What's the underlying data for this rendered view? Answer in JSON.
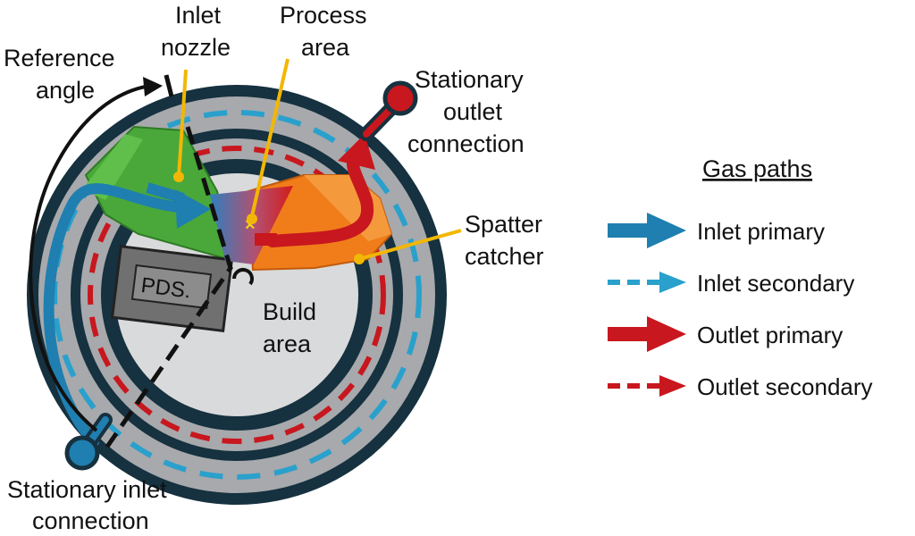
{
  "labels": {
    "reference_angle": [
      "Reference",
      "angle"
    ],
    "inlet_nozzle": [
      "Inlet",
      "nozzle"
    ],
    "process_area": [
      "Process",
      "area"
    ],
    "stationary_outlet": [
      "Stationary",
      "outlet",
      "connection"
    ],
    "spatter_catcher": [
      "Spatter",
      "catcher"
    ],
    "build_area": [
      "Build",
      "area"
    ],
    "pds": "PDS.",
    "stationary_inlet": [
      "Stationary inlet",
      "connection"
    ]
  },
  "legend": {
    "title": "Gas paths",
    "items": [
      {
        "label": "Inlet primary",
        "style": "solid",
        "color": "#1f7fb0"
      },
      {
        "label": "Inlet secondary",
        "style": "dashed",
        "color": "#2aa0cc"
      },
      {
        "label": "Outlet primary",
        "style": "solid",
        "color": "#c8171e"
      },
      {
        "label": "Outlet secondary",
        "style": "dashed",
        "color": "#c8171e"
      }
    ]
  },
  "colors": {
    "ring_dark": "#16313f",
    "ring_gray": "#a7a9ac",
    "build_area": "#d9dadb",
    "inlet_nozzle": "#4aa83a",
    "spatter_catcher": "#f07d1a",
    "pointer_lines": "#f2b705",
    "pds_box": "#707070"
  },
  "icons": [
    "inlet-arrow-icon",
    "outlet-arrow-icon",
    "connection-knob-icon"
  ]
}
